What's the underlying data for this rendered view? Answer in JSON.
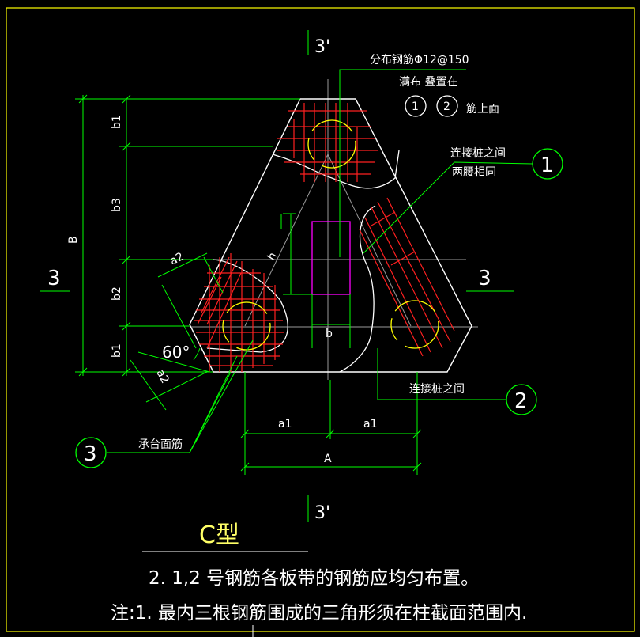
{
  "drawing": {
    "section_marks": {
      "top": "3'",
      "bottom": "3'",
      "left": "3",
      "right": "3"
    },
    "top_note_line1": "分布钢筋Φ12@150",
    "top_note_line2": "满布 叠置在",
    "top_note_circle1": "1",
    "top_note_circle2": "2",
    "top_note_line3": "筋上面",
    "pile_note1_line1": "连接桩之间",
    "pile_note1_line2": "两腰相同",
    "pile_note2": "连接桩之间",
    "cap_note": "承台面筋",
    "callouts": [
      "1",
      "2",
      "3"
    ],
    "dims": {
      "b1_top": "b1",
      "b3": "b3",
      "B": "B",
      "b2": "b2",
      "b1_bottom": "b1",
      "a2_upper": "a2",
      "a2_lower": "a2",
      "angle": "60°",
      "h": "h",
      "b": "b",
      "a1_left": "a1",
      "a1_right": "a1",
      "A": "A"
    },
    "type_title": "C型",
    "note2": "2. 1,2 号钢筋各板带的钢筋应均匀布置。",
    "note1": "注:1. 最内三根钢筋围成的三角形须在柱截面范围内."
  },
  "colors": {
    "background": "#000000",
    "frame": "#ffff00",
    "outline": "#ffffff",
    "dimension": "#00ff00",
    "rebar": "#ff2020",
    "pile": "#ffff00",
    "column": "#ff00ff"
  }
}
